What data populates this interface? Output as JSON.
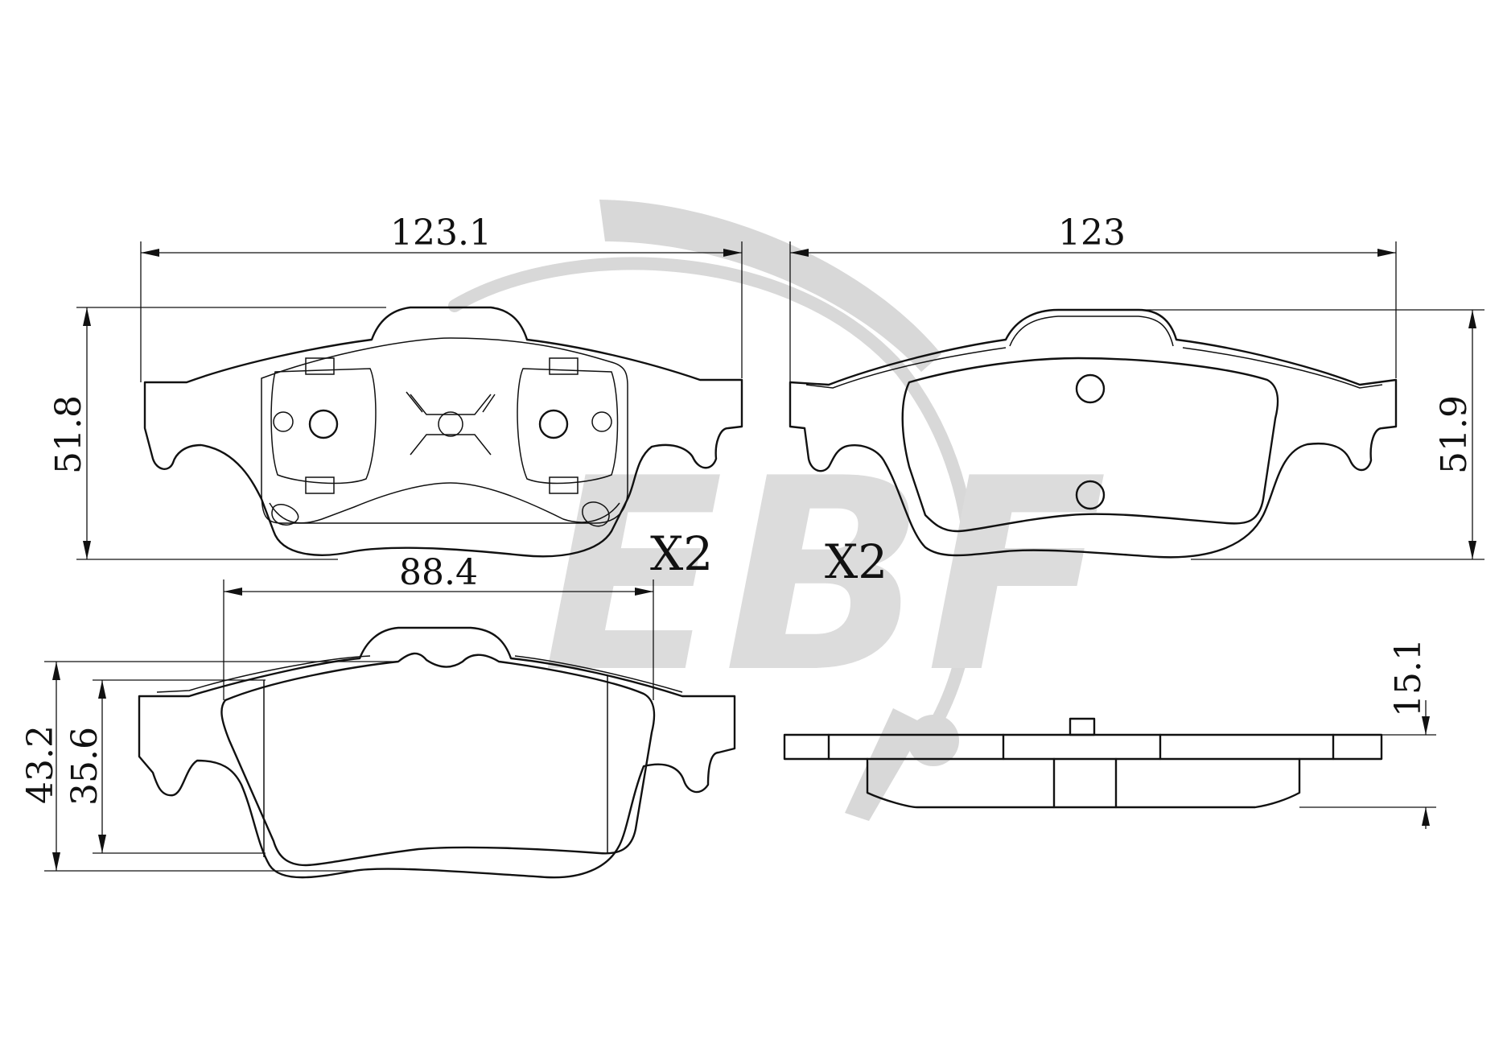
{
  "watermark": {
    "text": "EBF",
    "color": "#d8d8d8"
  },
  "views": {
    "pad_back_left": {
      "width_label": "123.1",
      "height_label": "51.8",
      "qty_label": "X2"
    },
    "pad_back_right": {
      "width_label": "123",
      "height_label": "51.9",
      "qty_label": "X2"
    },
    "pad_front": {
      "width_label": "88.4",
      "height_outer_label": "43.2",
      "height_inner_label": "35.6"
    },
    "pad_side": {
      "thickness_label": "15.1"
    }
  },
  "colors": {
    "line": "#111111",
    "background": "#ffffff"
  }
}
